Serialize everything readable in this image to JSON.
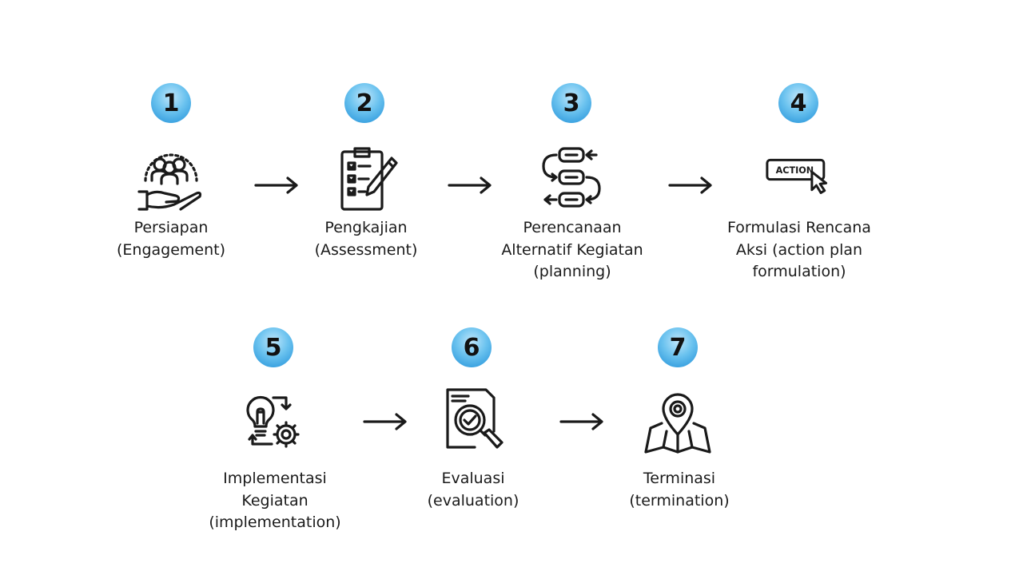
{
  "steps": [
    {
      "number": "1",
      "label": "Persiapan\n(Engagement)",
      "icon": "team-hand-icon"
    },
    {
      "number": "2",
      "label": "Pengkajian\n(Assessment)",
      "icon": "clipboard-checklist-icon"
    },
    {
      "number": "3",
      "label": "Perencanaan\nAlternatif Kegiatan\n(planning)",
      "icon": "process-flow-icon"
    },
    {
      "number": "4",
      "label": "Formulasi Rencana\nAksi (action plan\nformulation)",
      "icon": "action-button-icon",
      "icon_text": "ACTION"
    },
    {
      "number": "5",
      "label": "Implementasi\nKegiatan\n(implementation)",
      "icon": "lightbulb-gear-icon"
    },
    {
      "number": "6",
      "label": "Evaluasi\n(evaluation)",
      "icon": "document-magnifier-icon"
    },
    {
      "number": "7",
      "label": "Terminasi\n(termination)",
      "icon": "map-pin-icon"
    }
  ],
  "colors": {
    "badge": "#3aa8e6",
    "text": "#1a1a1a",
    "background": "#ffffff"
  }
}
